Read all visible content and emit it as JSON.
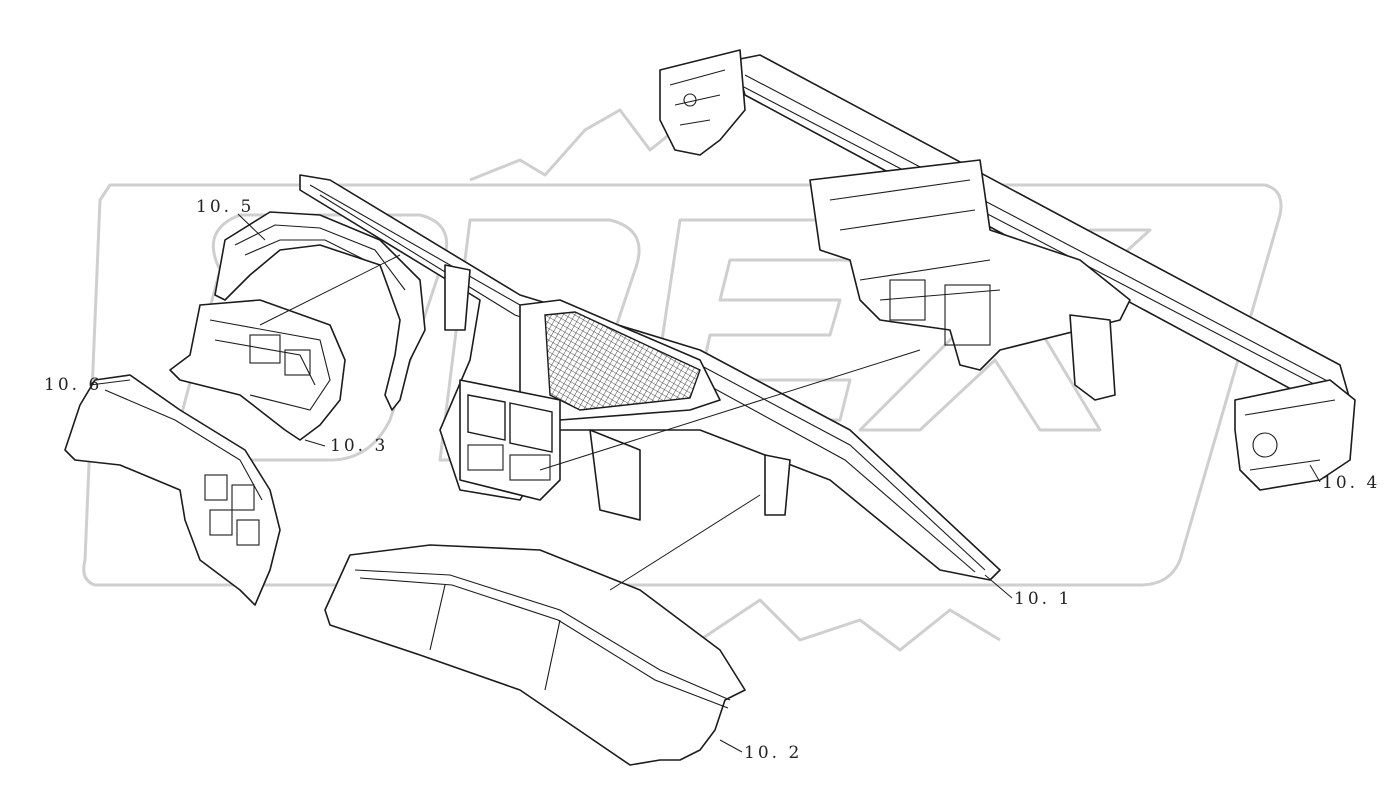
{
  "diagram": {
    "callouts": [
      {
        "id": "10.1",
        "label": "10. 1"
      },
      {
        "id": "10.2",
        "label": "10. 2"
      },
      {
        "id": "10.3",
        "label": "10. 3"
      },
      {
        "id": "10.4",
        "label": "10. 4"
      },
      {
        "id": "10.5",
        "label": "10. 5"
      },
      {
        "id": "10.6",
        "label": "10. 6"
      }
    ],
    "watermark": "OREX",
    "colors": {
      "line": "#1c1c1c",
      "watermark": "#cfcfcf",
      "background": "#ffffff"
    }
  }
}
